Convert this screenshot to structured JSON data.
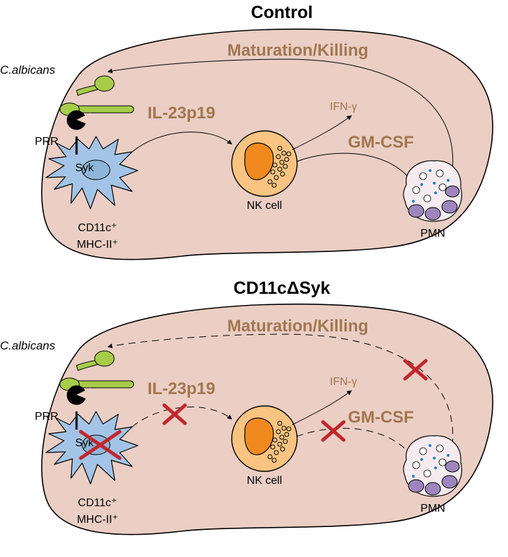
{
  "colors": {
    "background_blob": "#ebcec4",
    "label_brown": "#a07750",
    "dendritic_cell": "#a3c4e6",
    "nk_cell": "#f9c481",
    "nk_nucleus": "#f08a1e",
    "fungus": "#a7cc4a",
    "pmn_granule": "#9d86bd",
    "cross": "#c1272d"
  },
  "panels": [
    {
      "title": "Control",
      "maturation_label": "Maturation/Killing",
      "pathogen_label": "C.albicans",
      "cytokine_il23": "IL-23p19",
      "cytokine_ifng": "IFN-γ",
      "cytokine_gmcsf": "GM-CSF",
      "receptor_label": "PRR",
      "kinase_label": "Syk",
      "dc_label_line1": "CD11c⁺",
      "dc_label_line2": "MHC-II⁺",
      "nk_label": "NK cell",
      "pmn_label": "PMN"
    },
    {
      "title": "CD11cΔSyk",
      "maturation_label": "Maturation/Killing",
      "pathogen_label": "C.albicans",
      "cytokine_il23": "IL-23p19",
      "cytokine_ifng": "IFN-γ",
      "cytokine_gmcsf": "GM-CSF",
      "receptor_label": "PRR",
      "kinase_label": "Syk",
      "dc_label_line1": "CD11c⁺",
      "dc_label_line2": "MHC-II⁺",
      "nk_label": "NK cell",
      "pmn_label": "PMN"
    }
  ]
}
